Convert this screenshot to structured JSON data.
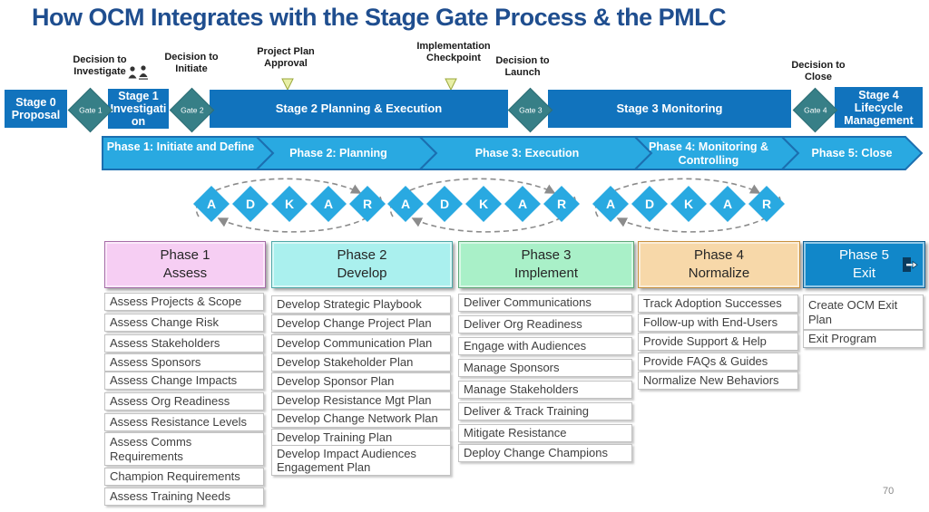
{
  "title": "How OCM Integrates with the Stage Gate Process & the PMLC",
  "page_number": "70",
  "colors": {
    "title_blue": "#1F4E8F",
    "stage_blue": "#1173BD",
    "gate_teal": "#377F87",
    "phase_fill": "#29A9E1",
    "phase_border": "#1B6FB0",
    "adkar_fill": "#29A9E1",
    "arc_gray": "#8C8C8C",
    "checkpoint_fill": "#E8EFA6",
    "checkpoint_stroke": "#9AA73B"
  },
  "annotations": {
    "investigate": "Decision to Investigate",
    "initiate": "Decision to Initiate",
    "plan_approval": "Project Plan Approval",
    "impl_checkpoint": "Implementation Checkpoint",
    "launch": "Decision to Launch",
    "close": "Decision to Close"
  },
  "stages": [
    "Stage 0 Proposal",
    "Stage 1 Investigation",
    "Stage 2 Planning & Execution",
    "Stage 3 Monitoring",
    "Stage 4 Lifecycle Management"
  ],
  "gates": [
    "Gate 1",
    "Gate 2",
    "Gate 3",
    "Gate 4"
  ],
  "phases": [
    "Phase 1: Initiate and Define",
    "Phase 2: Planning",
    "Phase 3: Execution",
    "Phase 4: Monitoring & Controlling",
    "Phase 5: Close"
  ],
  "adkar": {
    "letters": [
      "A",
      "D",
      "K",
      "A",
      "R"
    ],
    "group_count": 3
  },
  "columns": [
    {
      "header_line1": "Phase 1",
      "header_line2": "Assess",
      "fill": "#F6CEF3",
      "border": "#A66DA8",
      "text_color": "#262626",
      "items": [
        "Assess Projects & Scope",
        "Assess Change Risk",
        "Assess Stakeholders",
        "Assess Sponsors",
        "Assess Change Impacts",
        "Assess Org Readiness",
        "Assess Resistance Levels",
        "Assess Comms Requirements",
        "Champion Requirements",
        "Assess Training Needs"
      ]
    },
    {
      "header_line1": "Phase 2",
      "header_line2": "Develop",
      "fill": "#AAF0EE",
      "border": "#4FA8A8",
      "text_color": "#262626",
      "items": [
        "Develop Strategic Playbook",
        "Develop Change Project Plan",
        "Develop Communication Plan",
        "Develop Stakeholder Plan",
        "Develop Sponsor Plan",
        "Develop Resistance Mgt Plan",
        "Develop Change Network Plan",
        "Develop Training Plan",
        "Develop Impact Audiences Engagement Plan"
      ]
    },
    {
      "header_line1": "Phase 3",
      "header_line2": "Implement",
      "fill": "#A9F0C8",
      "border": "#5FA878",
      "text_color": "#262626",
      "items": [
        "Deliver Communications",
        "Deliver Org Readiness",
        "Engage with Audiences",
        "Manage Sponsors",
        "Manage Stakeholders",
        "Deliver & Track Training",
        "Mitigate Resistance",
        "Deploy Change Champions"
      ]
    },
    {
      "header_line1": "Phase 4",
      "header_line2": "Normalize",
      "fill": "#F7D8A9",
      "border": "#C8913F",
      "text_color": "#262626",
      "items": [
        "Track Adoption Successes",
        "Follow-up with End-Users",
        "Provide Support & Help",
        "Provide FAQs & Guides",
        "Normalize New Behaviors"
      ]
    },
    {
      "header_line1": "Phase 5",
      "header_line2": "Exit",
      "fill": "#1187C9",
      "border": "#0F5F93",
      "text_color": "#FFFFFF",
      "icon": "exit-door-icon",
      "items": [
        "Create OCM Exit Plan",
        "Exit Program"
      ]
    }
  ]
}
